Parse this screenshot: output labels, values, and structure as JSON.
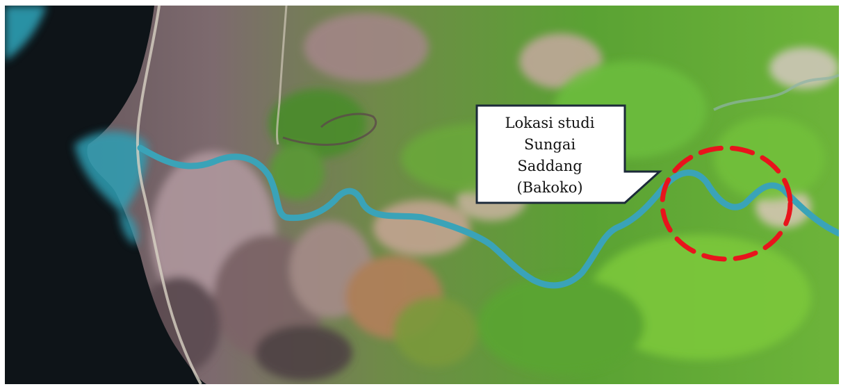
{
  "map": {
    "callout_lines": [
      "Lokasi studi",
      "Sungai",
      "Saddang",
      "(Bakoko)"
    ],
    "highlight_color": "#e8141c",
    "colors": {
      "sea": "#0e1418",
      "shallow_water": "#2f9fb4",
      "river": "#3aa3b8",
      "vegetation": "#4e9a2c",
      "bright_vegetation": "#7cc83a",
      "urban": "#9a7f86"
    }
  }
}
